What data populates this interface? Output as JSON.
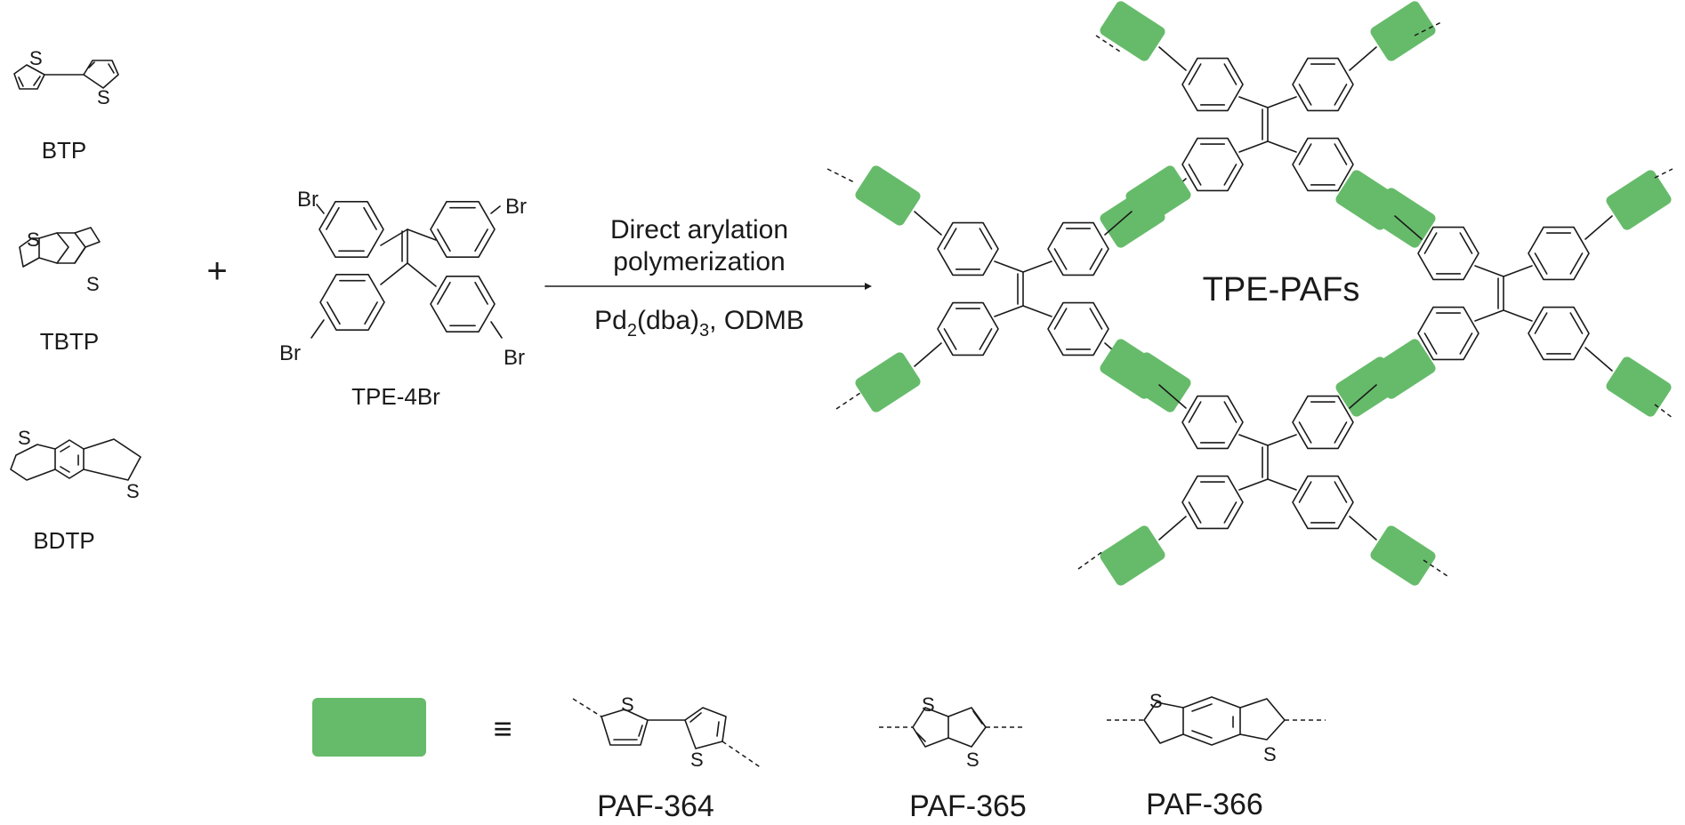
{
  "monomers": [
    {
      "name": "BTP"
    },
    {
      "name": "TBTP"
    },
    {
      "name": "BDTP"
    }
  ],
  "atoms": {
    "sulfur": "S",
    "bromine": "Br"
  },
  "plus_sign": "+",
  "tpe_monomer": {
    "name": "TPE-4Br"
  },
  "reaction": {
    "line1": "Direct arylation",
    "line2": "polymerization",
    "catalyst": "Pd",
    "catalyst_sub": "2",
    "ligand": "(dba)",
    "ligand_sub": "3",
    "solvent": ", ODMB"
  },
  "product": {
    "name": "TPE-PAFs"
  },
  "legend": {
    "equiv": "≡",
    "items": [
      {
        "name": "PAF-364"
      },
      {
        "name": "PAF-365"
      },
      {
        "name": "PAF-366"
      }
    ]
  },
  "colors": {
    "linker": "#66bb6a",
    "ink": "#1a1a1a"
  }
}
